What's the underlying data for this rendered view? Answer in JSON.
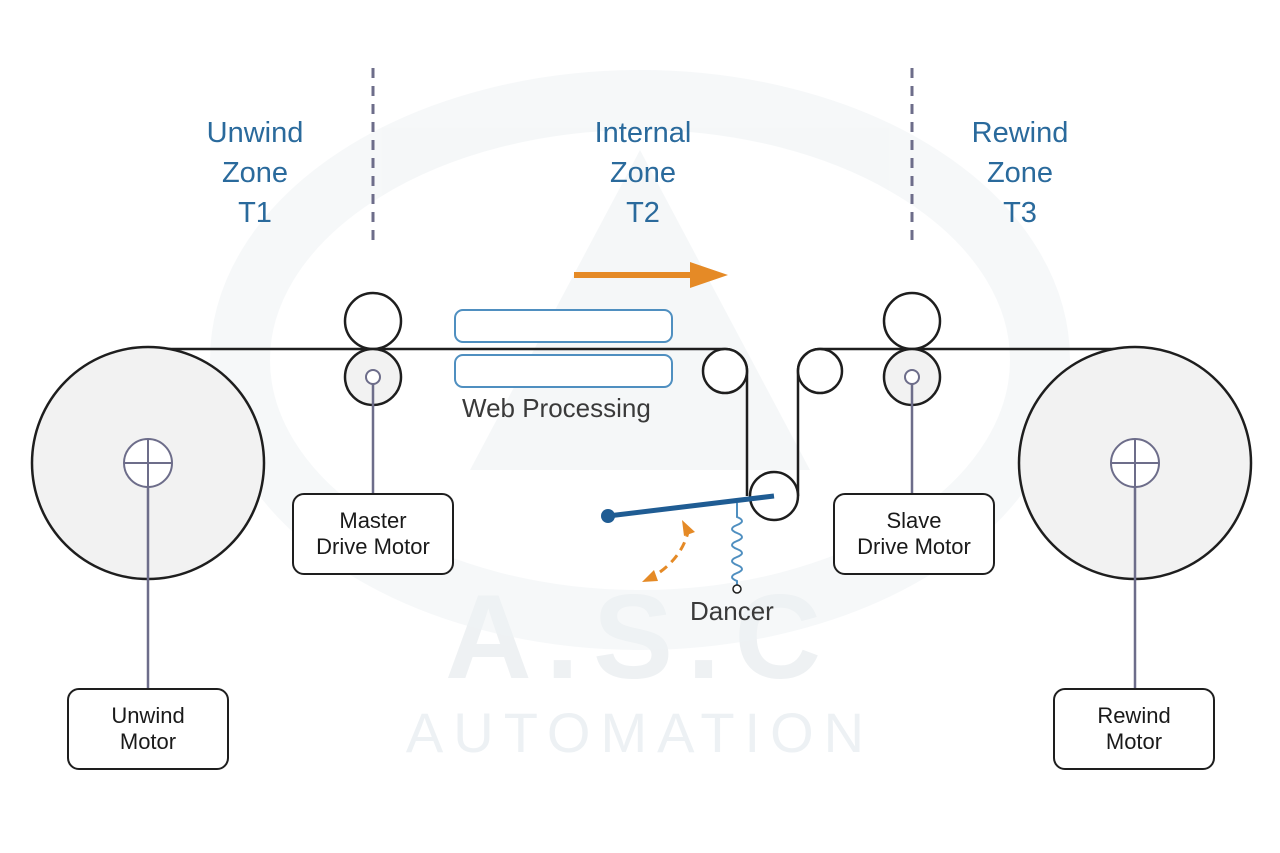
{
  "zones": [
    {
      "line1": "Unwind",
      "line2": "Zone",
      "line3": "T1"
    },
    {
      "line1": "Internal",
      "line2": "Zone",
      "line3": "T2"
    },
    {
      "line1": "Rewind",
      "line2": "Zone",
      "line3": "T3"
    }
  ],
  "labels": {
    "web_processing": "Web Processing",
    "dancer": "Dancer"
  },
  "motors": {
    "master": {
      "line1": "Master",
      "line2": "Drive Motor"
    },
    "slave": {
      "line1": "Slave",
      "line2": "Drive Motor"
    },
    "unwind": {
      "line1": "Unwind",
      "line2": "Motor"
    },
    "rewind": {
      "line1": "Rewind",
      "line2": "Motor"
    }
  },
  "watermark": {
    "line1": "A.S.C",
    "line2": "AUTOMATION"
  },
  "colors": {
    "zone_text": "#2a6a9c",
    "arrow": "#e58a26",
    "dancer_arm": "#1f5c93",
    "processing_outline": "#4f8fc0",
    "line": "#1e1e1e",
    "roll_fill": "#f2f2f2"
  }
}
